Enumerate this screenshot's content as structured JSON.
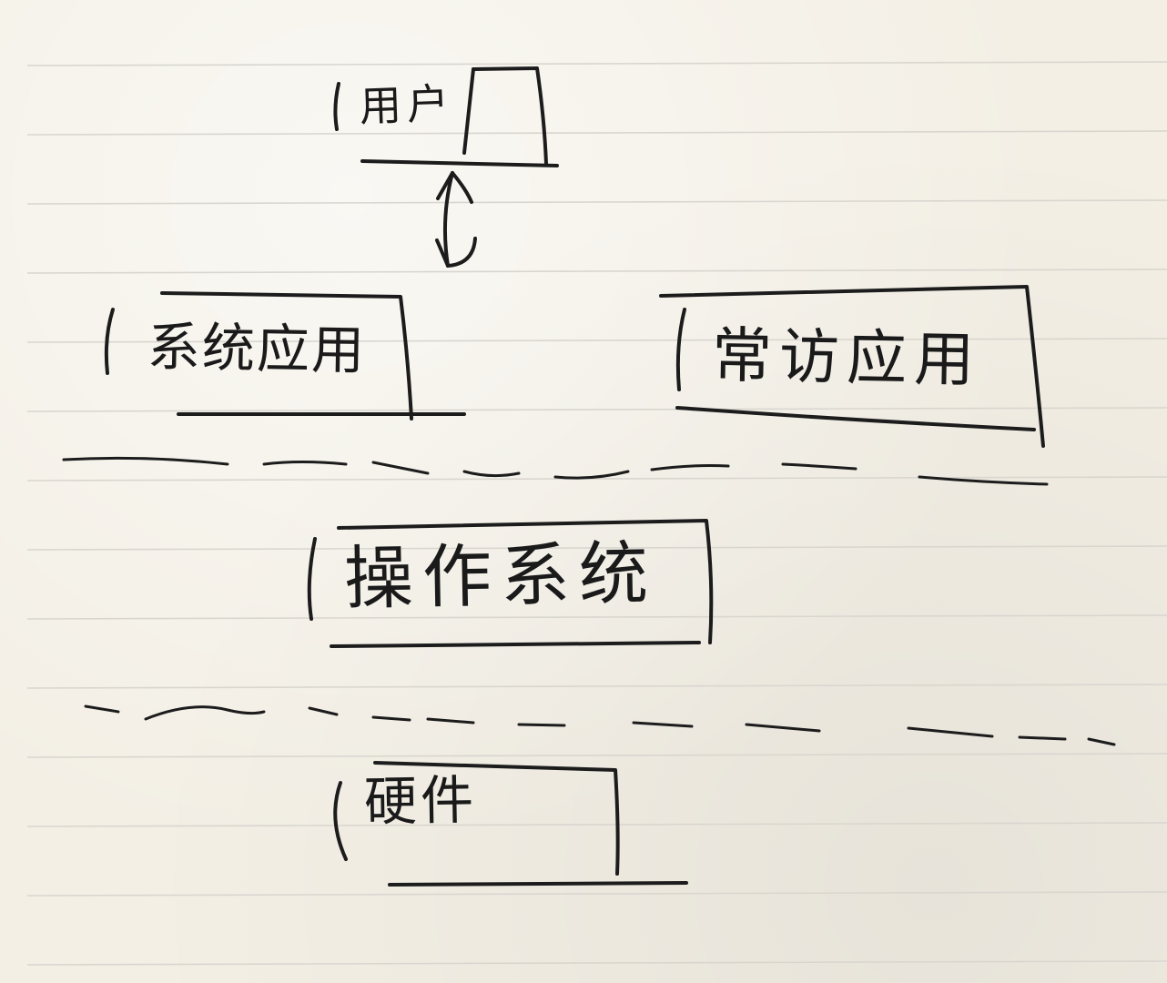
{
  "diagram": {
    "nodes": {
      "user": "用户",
      "system_app": "系统应用",
      "common_app": "常访应用",
      "os": "操作系统",
      "hardware": "硬件"
    },
    "edges": [
      {
        "from": "user",
        "to": "system_app",
        "style": "bidirectional-arrow"
      }
    ],
    "separators": [
      {
        "between": [
          "applications",
          "os"
        ],
        "style": "dashed"
      },
      {
        "between": [
          "os",
          "hardware"
        ],
        "style": "dashed"
      }
    ]
  }
}
